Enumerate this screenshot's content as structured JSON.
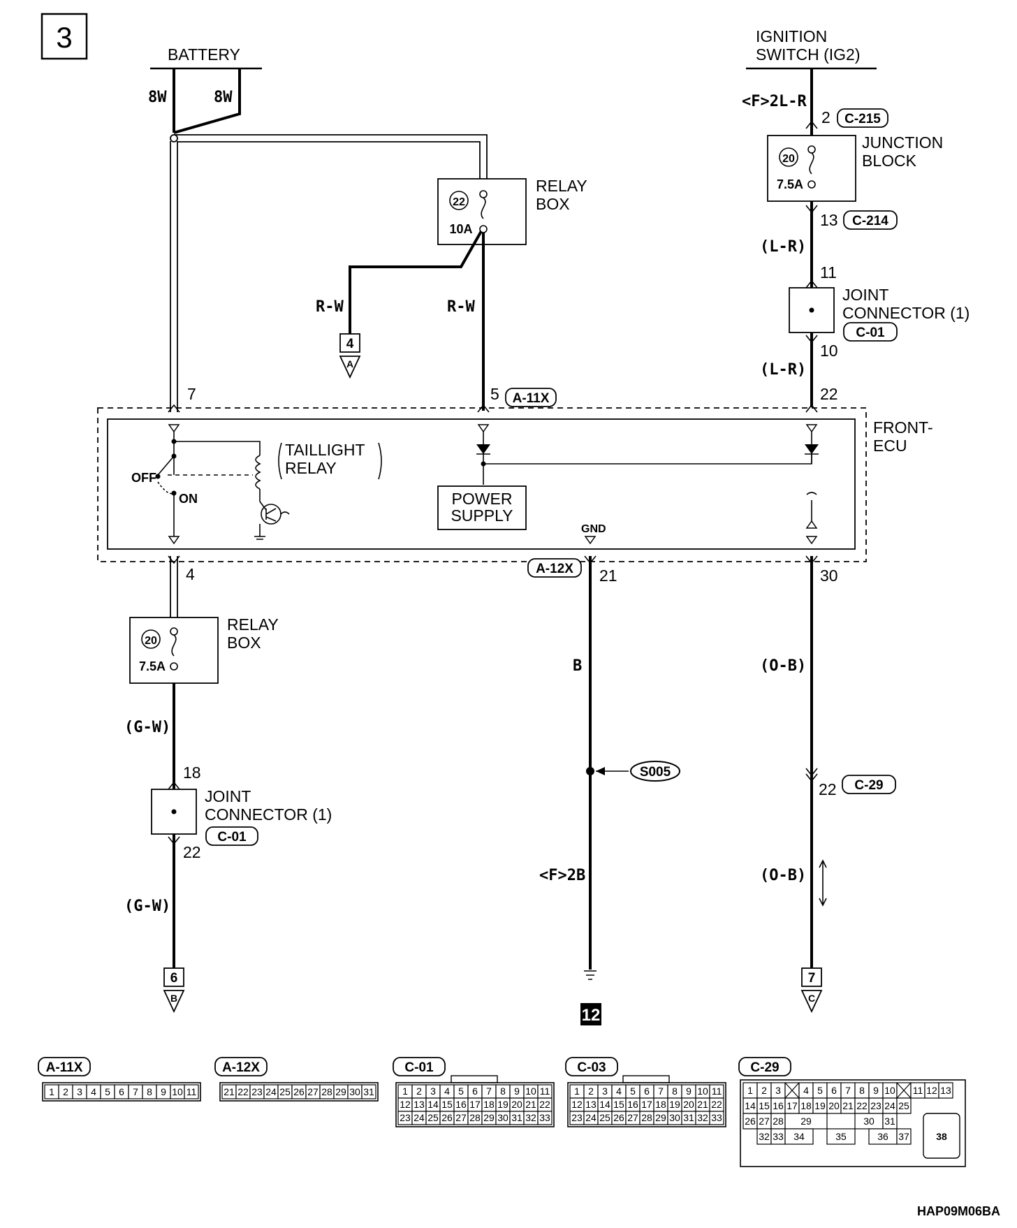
{
  "page_number": "3",
  "drawing_code": "HAP09M06BA",
  "labels": {
    "battery": "BATTERY",
    "ignition_line1": "IGNITION",
    "ignition_line2": "SWITCH (IG2)",
    "junction_line1": "JUNCTION",
    "junction_line2": "BLOCK",
    "relay_line1": "RELAY",
    "relay_line2": "BOX",
    "joint_line1": "JOINT",
    "joint_line2": "CONNECTOR (1)",
    "front_ecu_line1": "FRONT-",
    "front_ecu_line2": "ECU",
    "taillight_line1": "TAILLIGHT",
    "taillight_line2": "RELAY",
    "power_line1": "POWER",
    "power_line2": "SUPPLY",
    "gnd": "GND",
    "off": "OFF",
    "on": "ON"
  },
  "fuses": {
    "f22_no": "22",
    "f22_rating": "10A",
    "f20_jb_no": "20",
    "f20_jb_rating": "7.5A",
    "f20_rb_no": "20",
    "f20_rb_rating": "7.5A"
  },
  "wires": {
    "w8w_left": "8W",
    "w8w_right": "8W",
    "rw_left": "R-W",
    "rw_right": "R-W",
    "f2lr": "<F>2L-R",
    "lr_upper": "(L-R)",
    "lr_lower": "(L-R)",
    "gw_upper": "(G-W)",
    "gw_lower": "(G-W)",
    "b": "B",
    "f2b": "<F>2B",
    "ob_upper": "(O-B)",
    "ob_lower": "(O-B)"
  },
  "pins": {
    "ig_2": "2",
    "jb_13": "13",
    "jc_11": "11",
    "jc_10": "10",
    "ecu_22": "22",
    "ecu_7": "7",
    "ecu_5": "5",
    "ecu_4": "4",
    "ecu_21": "21",
    "ecu_30": "30",
    "jc2_18": "18",
    "jc2_22": "22",
    "c29_22": "22"
  },
  "connectors": {
    "c215": "C-215",
    "c214": "C-214",
    "c01_a": "C-01",
    "c01_b": "C-01",
    "a11x": "A-11X",
    "a12x": "A-12X",
    "c29": "C-29",
    "s005": "S005"
  },
  "refs": {
    "ref4_num": "4",
    "ref4_letter": "A",
    "ref6_num": "6",
    "ref6_letter": "B",
    "ref7_num": "7",
    "ref7_letter": "C",
    "ground_num": "12"
  },
  "connector_faces": {
    "a11x": {
      "title": "A-11X",
      "rows": [
        [
          "1",
          "2",
          "3",
          "4",
          "5",
          "6",
          "7",
          "8",
          "9",
          "10",
          "11"
        ]
      ]
    },
    "a12x": {
      "title": "A-12X",
      "rows": [
        [
          "21",
          "22",
          "23",
          "24",
          "25",
          "26",
          "27",
          "28",
          "29",
          "30",
          "31"
        ]
      ]
    },
    "c01": {
      "title": "C-01",
      "rows": [
        [
          "1",
          "2",
          "3",
          "4",
          "5",
          "6",
          "7",
          "8",
          "9",
          "10",
          "11"
        ],
        [
          "12",
          "13",
          "14",
          "15",
          "16",
          "17",
          "18",
          "19",
          "20",
          "21",
          "22"
        ],
        [
          "23",
          "24",
          "25",
          "26",
          "27",
          "28",
          "29",
          "30",
          "31",
          "32",
          "33"
        ]
      ]
    },
    "c03": {
      "title": "C-03",
      "rows": [
        [
          "1",
          "2",
          "3",
          "4",
          "5",
          "6",
          "7",
          "8",
          "9",
          "10",
          "11"
        ],
        [
          "12",
          "13",
          "14",
          "15",
          "16",
          "17",
          "18",
          "19",
          "20",
          "21",
          "22"
        ],
        [
          "23",
          "24",
          "25",
          "26",
          "27",
          "28",
          "29",
          "30",
          "31",
          "32",
          "33"
        ]
      ]
    },
    "c29": {
      "title": "C-29",
      "row1": [
        "1",
        "2",
        "3",
        "",
        "4",
        "5",
        "6",
        "7",
        "8",
        "9",
        "10",
        "",
        "11",
        "12",
        "13"
      ],
      "row2": [
        "14",
        "15",
        "16",
        "17",
        "18",
        "19",
        "20",
        "21",
        "22",
        "23",
        "24",
        "25"
      ],
      "row3": [
        "26",
        "27",
        "28",
        "29",
        "30",
        "31"
      ],
      "row4": [
        "32",
        "33",
        "34",
        "35",
        "36",
        "37"
      ],
      "big": "38"
    }
  }
}
